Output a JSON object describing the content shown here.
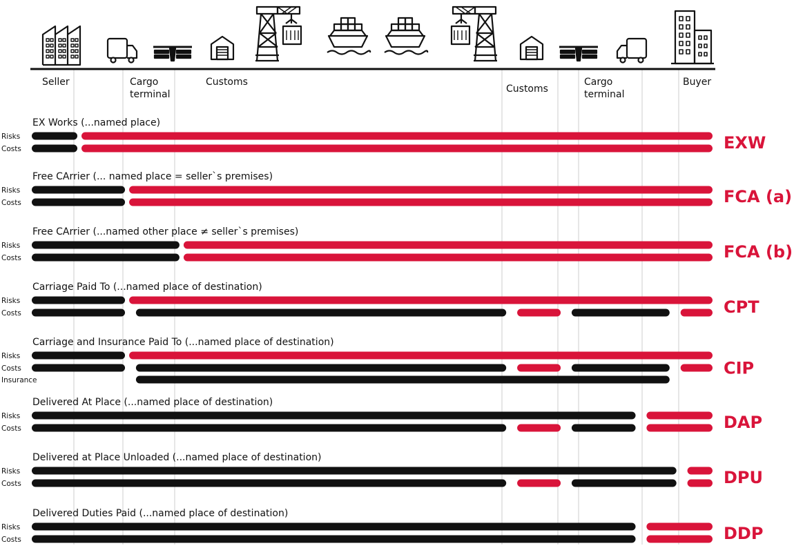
{
  "colors": {
    "seller": "#111111",
    "buyer": "#d9143a",
    "guide": "#cccccc",
    "ink": "#111111"
  },
  "icons": [
    "factory-icon",
    "truck-icon",
    "cargo-terminal-icon",
    "warehouse-icon",
    "port-crane-icon",
    "container-ship-icon",
    "container-ship-icon",
    "port-crane-icon",
    "warehouse-icon",
    "cargo-terminal-icon",
    "truck-icon",
    "office-building-icon"
  ],
  "stations": {
    "seller": "Seller",
    "cargo_terminal_1": "Cargo",
    "cargo_terminal_1b": "terminal",
    "customs_1": "Customs",
    "customs_2": "Customs",
    "cargo_terminal_2": "Cargo",
    "cargo_terminal_2b": "terminal",
    "buyer": "Buyer"
  },
  "row_labels": {
    "risks": "Risks",
    "costs": "Costs",
    "insurance": "Insurance"
  },
  "terms": [
    {
      "code": "EXW",
      "title": "EX Works (...named  place)",
      "bars": [
        {
          "label": "Risks",
          "segments": [
            [
              "seller",
              0,
              0.07
            ],
            [
              "buyer",
              0.07,
              1
            ]
          ]
        },
        {
          "label": "Costs",
          "segments": [
            [
              "seller",
              0,
              0.07
            ],
            [
              "buyer",
              0.07,
              1
            ]
          ]
        }
      ]
    },
    {
      "code": "FCA (a)",
      "title": "Free CArrier (... named place = seller`s premises)",
      "bars": [
        {
          "label": "Risks",
          "segments": [
            [
              "seller",
              0,
              0.14
            ],
            [
              "buyer",
              0.14,
              1
            ]
          ]
        },
        {
          "label": "Costs",
          "segments": [
            [
              "seller",
              0,
              0.14
            ],
            [
              "buyer",
              0.14,
              1
            ]
          ]
        }
      ]
    },
    {
      "code": "FCA (b)",
      "title": "Free CArrier (...named other place ≠ seller`s premises)",
      "bars": [
        {
          "label": "Risks",
          "segments": [
            [
              "seller",
              0,
              0.22
            ],
            [
              "buyer",
              0.22,
              1
            ]
          ]
        },
        {
          "label": "Costs",
          "segments": [
            [
              "seller",
              0,
              0.22
            ],
            [
              "buyer",
              0.22,
              1
            ]
          ]
        }
      ]
    },
    {
      "code": "CPT",
      "title": "Carriage Paid To (...named place of destination)",
      "bars": [
        {
          "label": "Risks",
          "segments": [
            [
              "seller",
              0,
              0.14
            ],
            [
              "buyer",
              0.14,
              1
            ]
          ]
        },
        {
          "label": "Costs",
          "segments": [
            [
              "seller",
              0,
              0.14
            ],
            [
              "seller",
              0.15,
              0.7
            ],
            [
              "buyer",
              0.71,
              0.78
            ],
            [
              "seller",
              0.79,
              0.94
            ],
            [
              "buyer",
              0.95,
              1
            ]
          ]
        }
      ]
    },
    {
      "code": "CIP",
      "title": "Carriage and Insurance Paid To (...named place of destination)",
      "bars": [
        {
          "label": "Risks",
          "segments": [
            [
              "seller",
              0,
              0.14
            ],
            [
              "buyer",
              0.14,
              1
            ]
          ]
        },
        {
          "label": "Costs",
          "segments": [
            [
              "seller",
              0,
              0.14
            ],
            [
              "seller",
              0.15,
              0.7
            ],
            [
              "buyer",
              0.71,
              0.78
            ],
            [
              "seller",
              0.79,
              0.94
            ],
            [
              "buyer",
              0.95,
              1
            ]
          ]
        },
        {
          "label": "Insurance",
          "segments": [
            [
              "seller",
              0.15,
              0.94
            ]
          ]
        }
      ]
    },
    {
      "code": "DAP",
      "title": "Delivered At Place (...named place of destination)",
      "bars": [
        {
          "label": "Risks",
          "segments": [
            [
              "seller",
              0,
              0.89
            ],
            [
              "buyer",
              0.9,
              1
            ]
          ]
        },
        {
          "label": "Costs",
          "segments": [
            [
              "seller",
              0,
              0.7
            ],
            [
              "buyer",
              0.71,
              0.78
            ],
            [
              "seller",
              0.79,
              0.89
            ],
            [
              "buyer",
              0.9,
              1
            ]
          ]
        }
      ]
    },
    {
      "code": "DPU",
      "title": "Delivered at Place Unloaded (...named place of destination)",
      "bars": [
        {
          "label": "Risks",
          "segments": [
            [
              "seller",
              0,
              0.95
            ],
            [
              "buyer",
              0.96,
              1
            ]
          ]
        },
        {
          "label": "Costs",
          "segments": [
            [
              "seller",
              0,
              0.7
            ],
            [
              "buyer",
              0.71,
              0.78
            ],
            [
              "seller",
              0.79,
              0.95
            ],
            [
              "buyer",
              0.96,
              1
            ]
          ]
        }
      ]
    },
    {
      "code": "DDP",
      "title": "Delivered Duties Paid (...named place of destination)",
      "bars": [
        {
          "label": "Risks",
          "segments": [
            [
              "seller",
              0,
              0.89
            ],
            [
              "buyer",
              0.9,
              1
            ]
          ]
        },
        {
          "label": "Costs",
          "segments": [
            [
              "seller",
              0,
              0.89
            ],
            [
              "buyer",
              0.9,
              1
            ]
          ]
        }
      ]
    }
  ]
}
